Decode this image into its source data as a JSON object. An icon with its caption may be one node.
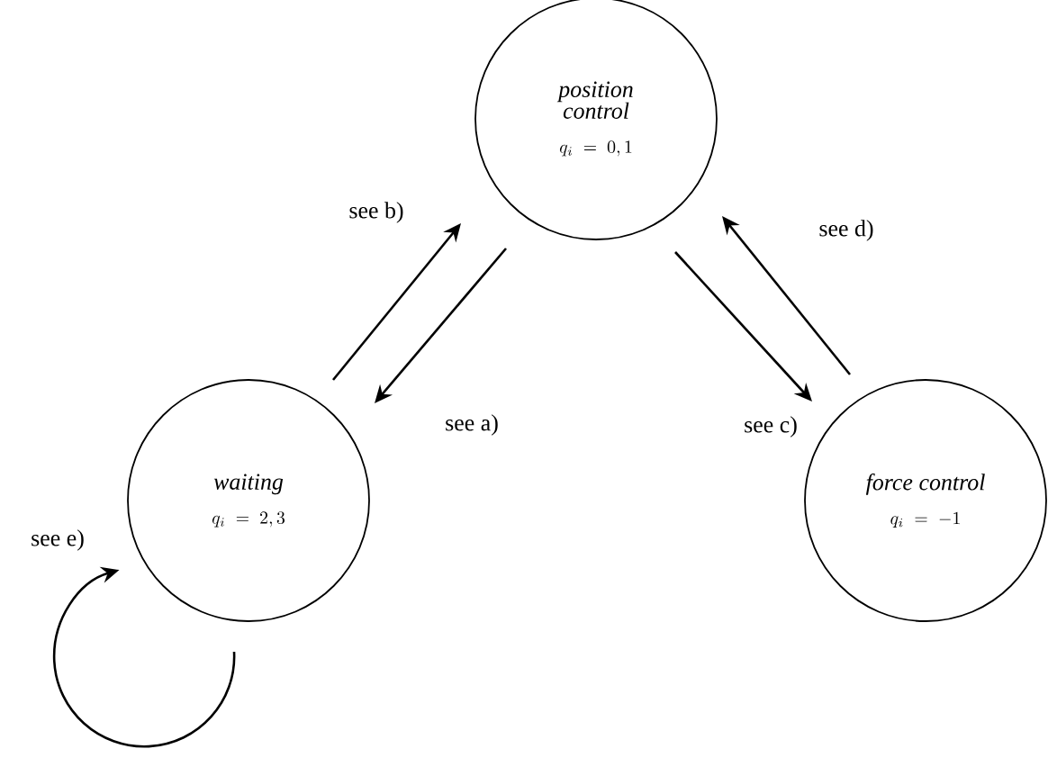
{
  "diagram": {
    "nodes": [
      {
        "text": [
          "position control",
          "q_i = 0, 1"
        ]
      },
      {
        "text": [
          "waiting",
          "q_i = 2, 3"
        ]
      },
      {
        "text": [
          "force control",
          "q_i = -1"
        ]
      }
    ],
    "edges": [
      {
        "from": 0,
        "to": 1,
        "arrow": "to",
        "label": "see a)"
      },
      {
        "from": 1,
        "to": 0,
        "arrow": "to",
        "label": "see b)"
      },
      {
        "from": 0,
        "to": 2,
        "arrow": "to",
        "label": "see c)"
      },
      {
        "from": 2,
        "to": 0,
        "arrow": "to",
        "label": "see d)"
      },
      {
        "from": 1,
        "to": 1,
        "arrow": "to",
        "label": "see e)"
      }
    ]
  }
}
